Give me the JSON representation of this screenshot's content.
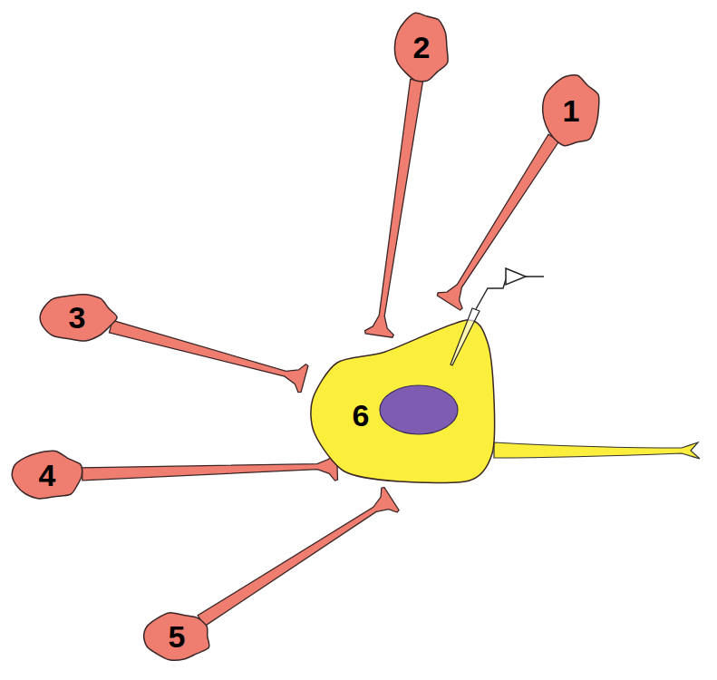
{
  "diagram": {
    "nodes": [
      {
        "text": [
          "1"
        ]
      },
      {
        "text": [
          "2"
        ]
      },
      {
        "text": [
          "3"
        ]
      },
      {
        "text": [
          "4"
        ]
      },
      {
        "text": [
          "5"
        ]
      },
      {
        "text": [
          "6"
        ]
      }
    ],
    "edges": [
      {
        "from": 0,
        "to": 5,
        "arrow": "none"
      },
      {
        "from": 1,
        "to": 5,
        "arrow": "none"
      },
      {
        "from": 2,
        "to": 5,
        "arrow": "none"
      },
      {
        "from": 3,
        "to": 5,
        "arrow": "none"
      },
      {
        "from": 4,
        "to": 5,
        "arrow": "none"
      }
    ]
  }
}
